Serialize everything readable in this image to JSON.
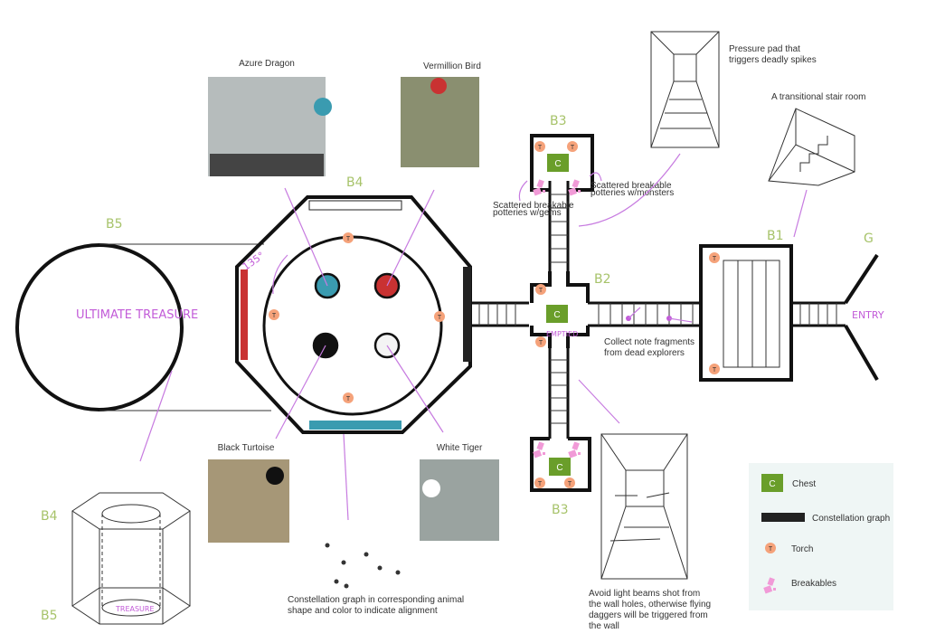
{
  "colors": {
    "azure": "#3a9bb0",
    "vermillion": "#c93232",
    "black": "#111111",
    "white": "#f4f4f4",
    "chest": "#6a9e2a",
    "torch": "#f5a27a",
    "breakable": "#f19ad7",
    "annotation": "#c77be0",
    "floor_label": "#a7c36a",
    "legend_bg": "#eff6f5"
  },
  "floors": {
    "b5": "B5",
    "b4": "B4",
    "b3_top": "B3",
    "b3_bottom": "B3",
    "b2": "B2",
    "b1": "B1",
    "g": "G",
    "prism_b4": "B4",
    "prism_b5": "B5"
  },
  "guardians": {
    "azure": "Azure Dragon",
    "vermillion": "Vermillion Bird",
    "black": "Black Turtoise",
    "white": "White Tiger"
  },
  "rooms": {
    "ultimate": "ULTIMATE TREASURE",
    "angle": "135°",
    "entry": "ENTRY",
    "emptied": "EMPTIED",
    "prism_treasure": "TREASURE",
    "chest_letter": "C",
    "torch_letter": "T"
  },
  "notes": {
    "pressure": [
      "Pressure pad that",
      "triggers deadly spikes"
    ],
    "stair_room": "A transitional stair room",
    "gems": [
      "Scattered breakable",
      "potteries w/gems"
    ],
    "monsters": [
      "Scattered breakable",
      "potteries w/monsters"
    ],
    "fragments": [
      "Collect note fragments",
      "from dead explorers"
    ],
    "constellation": [
      "Constellation graph in corresponding animal",
      "shape and color to indicate alignment"
    ],
    "light": [
      "Avoid light beams shot from",
      "the wall holes, otherwise flying",
      "daggers will be triggered from",
      "the wall"
    ]
  },
  "legend": [
    {
      "icon": "chest",
      "label": "Chest"
    },
    {
      "icon": "constellation-bar",
      "label": "Constellation graph"
    },
    {
      "icon": "torch",
      "label": "Torch"
    },
    {
      "icon": "breakables",
      "label": "Breakables"
    }
  ]
}
